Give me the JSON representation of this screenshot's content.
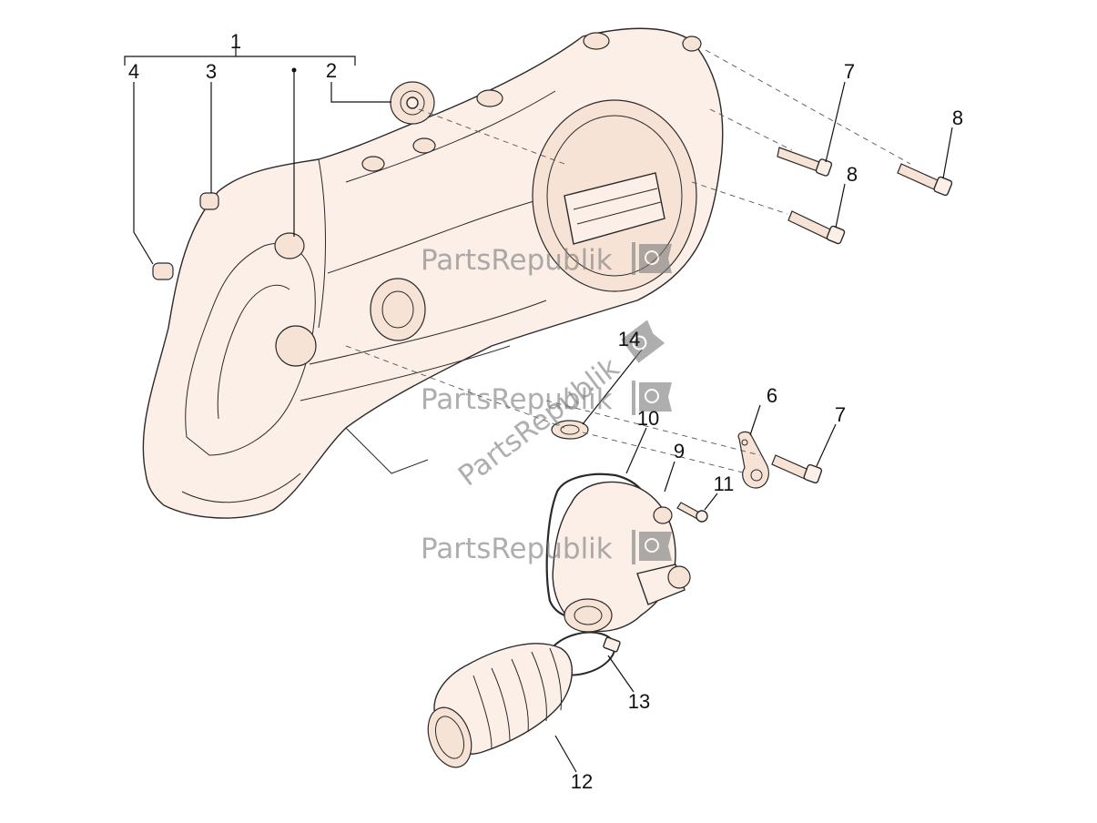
{
  "watermark": {
    "text": "PartsRepublik",
    "color": "#7d7d7d"
  },
  "callouts": [
    {
      "id": "1",
      "label": "1"
    },
    {
      "id": "2",
      "label": "2"
    },
    {
      "id": "3",
      "label": "3"
    },
    {
      "id": "4",
      "label": "4"
    },
    {
      "id": "6",
      "label": "6"
    },
    {
      "id": "7a",
      "label": "7"
    },
    {
      "id": "7b",
      "label": "7"
    },
    {
      "id": "8a",
      "label": "8"
    },
    {
      "id": "8b",
      "label": "8"
    },
    {
      "id": "9",
      "label": "9"
    },
    {
      "id": "10",
      "label": "10"
    },
    {
      "id": "11",
      "label": "11"
    },
    {
      "id": "12",
      "label": "12"
    },
    {
      "id": "13",
      "label": "13"
    },
    {
      "id": "14",
      "label": "14"
    }
  ],
  "colors": {
    "part_fill": "#fbefe7",
    "outline": "#2a2a2a",
    "background": "#ffffff"
  }
}
